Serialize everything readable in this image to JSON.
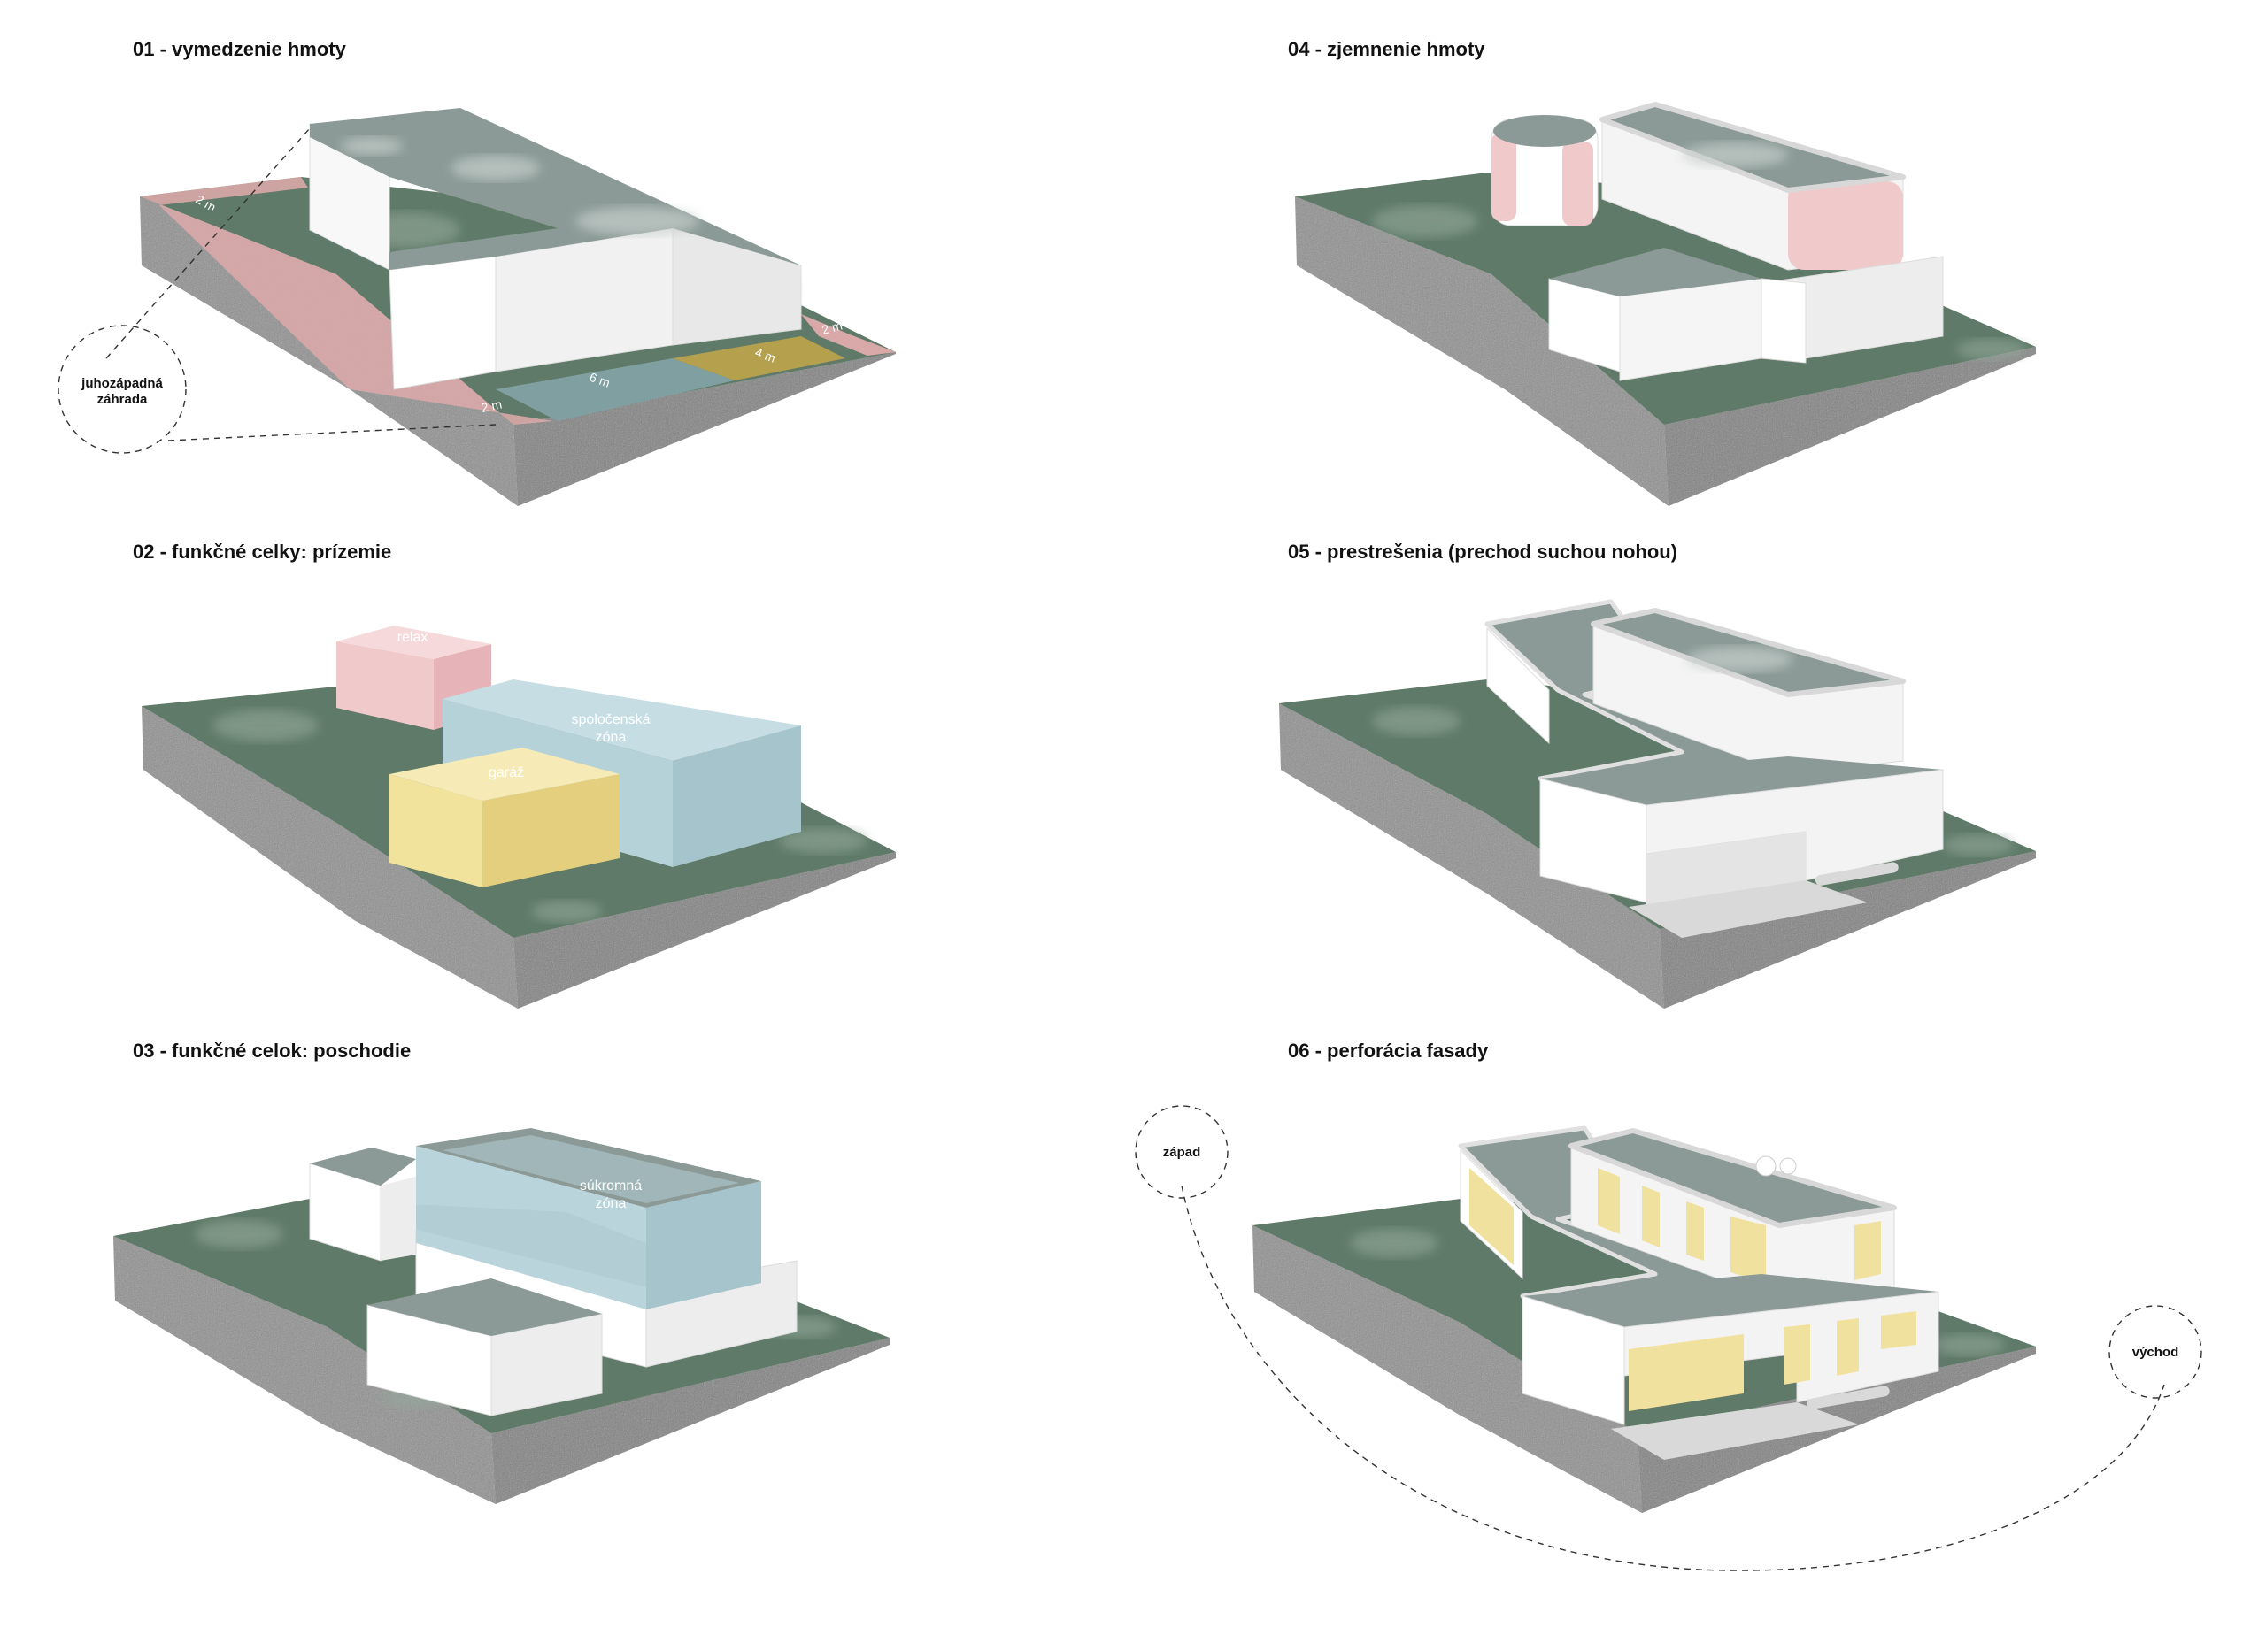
{
  "panels": [
    {
      "title": "01 - vymedzenie hmoty"
    },
    {
      "title": "02 - funkčné celky: prízemie"
    },
    {
      "title": "03 - funkčné celok: poschodie"
    },
    {
      "title": "04 - zjemnenie hmoty"
    },
    {
      "title": "05 - prestrešenia (prechod suchou nohou)"
    },
    {
      "title": "06 - perforácia fasady"
    }
  ],
  "panel1": {
    "callout": [
      "juhozápadná",
      "záhrada"
    ],
    "dims": {
      "top_left": "2 m",
      "front_left": "2 m",
      "middle": "6 m",
      "right": "4 m",
      "back_right": "2 m"
    }
  },
  "panel2": {
    "zones": {
      "relax": "relax",
      "social": [
        "spoločenská",
        "zóna"
      ],
      "garage": "garáž"
    }
  },
  "panel3": {
    "zones": {
      "private": [
        "súkromná",
        "zóna"
      ]
    }
  },
  "panel6": {
    "west": "západ",
    "east": "východ"
  },
  "colors": {
    "lawn": "#5f7a68",
    "lawn_light": "#8fa497",
    "soil_front": "#7b7b7b",
    "soil_side": "#8e8e8e",
    "soil_speckle": "#b4b4b4",
    "wall": "#ffffff",
    "wall_shade": "#ececec",
    "roof": "#8b9a96",
    "roof_light": "#c6cfcc",
    "pink": "#f0c9cb",
    "pink_shade": "#e6b4b8",
    "blue": "#b6d2d9",
    "blue_shade": "#a5c4cc",
    "yellow": "#f2e39c",
    "yellow_shade": "#e3cf7d",
    "path_pink": "#d9a9a9",
    "olive": "#b5a04e",
    "teal_pad": "#7f9fa1",
    "window": "#f1e19e"
  }
}
